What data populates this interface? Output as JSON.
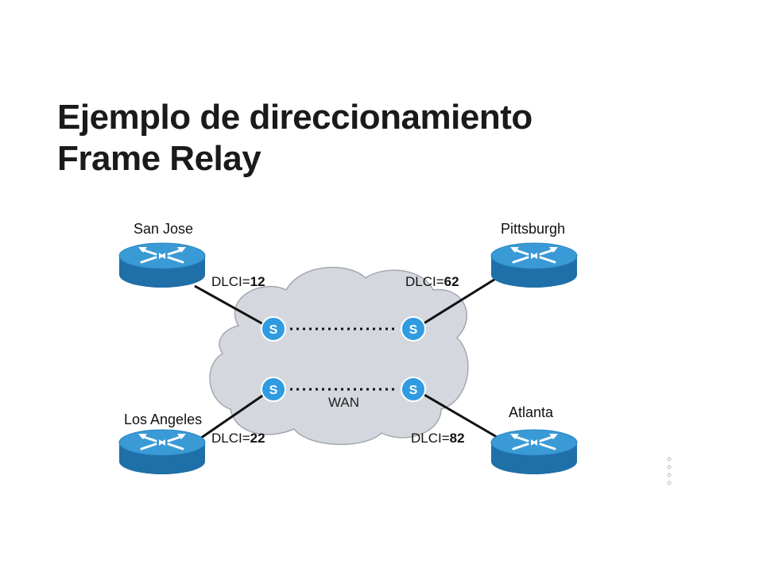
{
  "slide": {
    "title_line1": "Ejemplo de direccionamiento",
    "title_line2": "Frame Relay"
  },
  "network": {
    "cloud_label": "WAN",
    "switch_label": "S",
    "routers": [
      {
        "name": "San Jose",
        "dlci_prefix": "DLCI=",
        "dlci": "12"
      },
      {
        "name": "Pittsburgh",
        "dlci_prefix": "DLCI=",
        "dlci": "62"
      },
      {
        "name": "Los Angeles",
        "dlci_prefix": "DLCI=",
        "dlci": "22"
      },
      {
        "name": "Atlanta",
        "dlci_prefix": "DLCI=",
        "dlci": "82"
      }
    ]
  },
  "colors": {
    "router_top": "#3a9ad6",
    "router_side": "#1f6fa8",
    "switch": "#2f9be0",
    "cloud": "#d4d8de",
    "link": "#111111"
  }
}
